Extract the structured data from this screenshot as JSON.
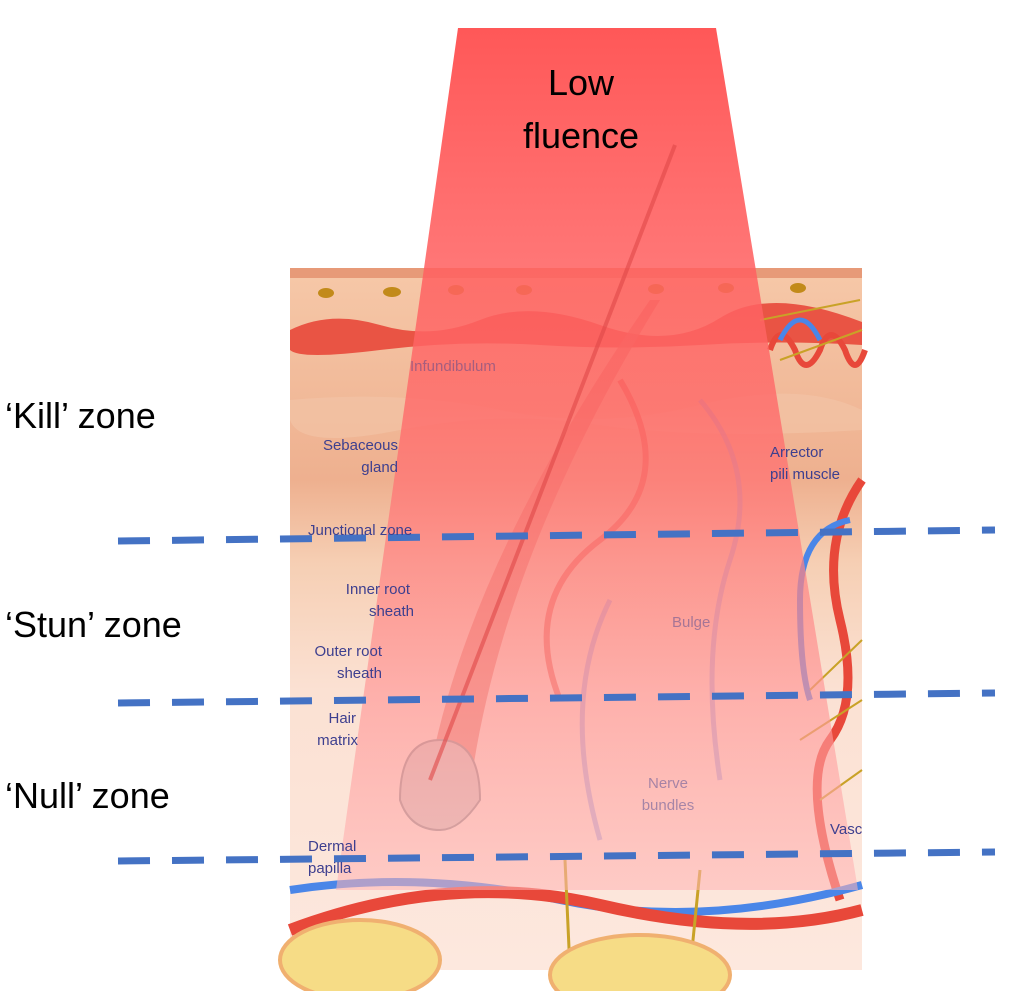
{
  "beam": {
    "line1": "Low",
    "line2": "fluence",
    "color": "#ff5555"
  },
  "zones": [
    {
      "label": "‘Kill’ zone"
    },
    {
      "label": "‘Stun’ zone"
    },
    {
      "label": "‘Null’ zone"
    }
  ],
  "anatomy_labels": {
    "infundibulum": "Infundibulum",
    "sebaceous_1": "Sebaceous",
    "sebaceous_2": "gland",
    "arrector_1": "Arrector",
    "arrector_2": "pili muscle",
    "junctional": "Junctional zone",
    "inner_1": "Inner root",
    "inner_2": "sheath",
    "bulge": "Bulge",
    "outer_1": "Outer root",
    "outer_2": "sheath",
    "hair_1": "Hair",
    "hair_2": "matrix",
    "nerve_1": "Nerve",
    "nerve_2": "bundles",
    "dermal_1": "Dermal",
    "dermal_2": "papilla",
    "vasc": "Vasc"
  },
  "colors": {
    "dash": "#4472c4",
    "label": "#3d3f8f",
    "artery": "#e8483a",
    "vein": "#4a86e8",
    "nerve": "#c9a227"
  }
}
